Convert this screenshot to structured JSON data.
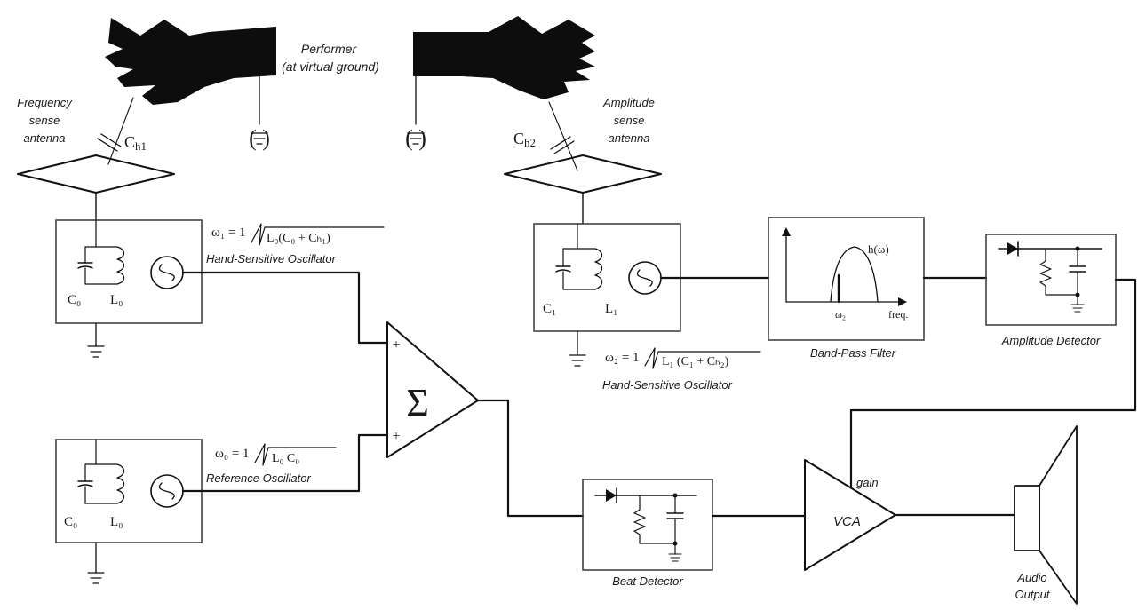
{
  "performer": {
    "title": "Performer",
    "subtitle": "(at virtual ground)"
  },
  "ground_paren": "(   )",
  "frequency_antenna": {
    "line1": "Frequency",
    "line2": "sense",
    "line3": "antenna",
    "cap_label": "C",
    "cap_sub": "h1"
  },
  "amplitude_antenna": {
    "line1": "Amplitude",
    "line2": "sense",
    "line3": "antenna",
    "cap_label": "C",
    "cap_sub": "h2"
  },
  "osc1": {
    "label": "Hand-Sensitive Oscillator",
    "formula_lhs": "ω₁ = 1",
    "formula_rad": "L₀(C₀ + Cₕ₁)",
    "c_label": "C₀",
    "l_label": "L₀"
  },
  "osc_ref": {
    "label": "Reference Oscillator",
    "formula_lhs": "ω₀ = 1",
    "formula_rad": "L₀ C₀",
    "c_label": "C₀",
    "l_label": "L₀"
  },
  "osc2": {
    "label": "Hand-Sensitive Oscillator",
    "formula_lhs": "ω₂ = 1",
    "formula_rad": "L₁ (C₁ + Cₕ₂)",
    "c_label": "C₁",
    "l_label": "L₁"
  },
  "mixer": {
    "symbol": "Σ",
    "plus1": "+",
    "plus2": "+"
  },
  "bandpass": {
    "label": "Band-Pass Filter",
    "curve_label": "h(ω)",
    "freq_label": "freq.",
    "center_label": "ω₂"
  },
  "amp_detector": {
    "label": "Amplitude Detector"
  },
  "beat_detector": {
    "label": "Beat Detector"
  },
  "vca": {
    "label": "VCA",
    "gain_label": "gain"
  },
  "audio_output": {
    "line1": "Audio",
    "line2": "Output"
  },
  "colors": {
    "ink": "#111111",
    "box": "#444444",
    "hand": "#0d0d0d",
    "background": "#ffffff"
  }
}
